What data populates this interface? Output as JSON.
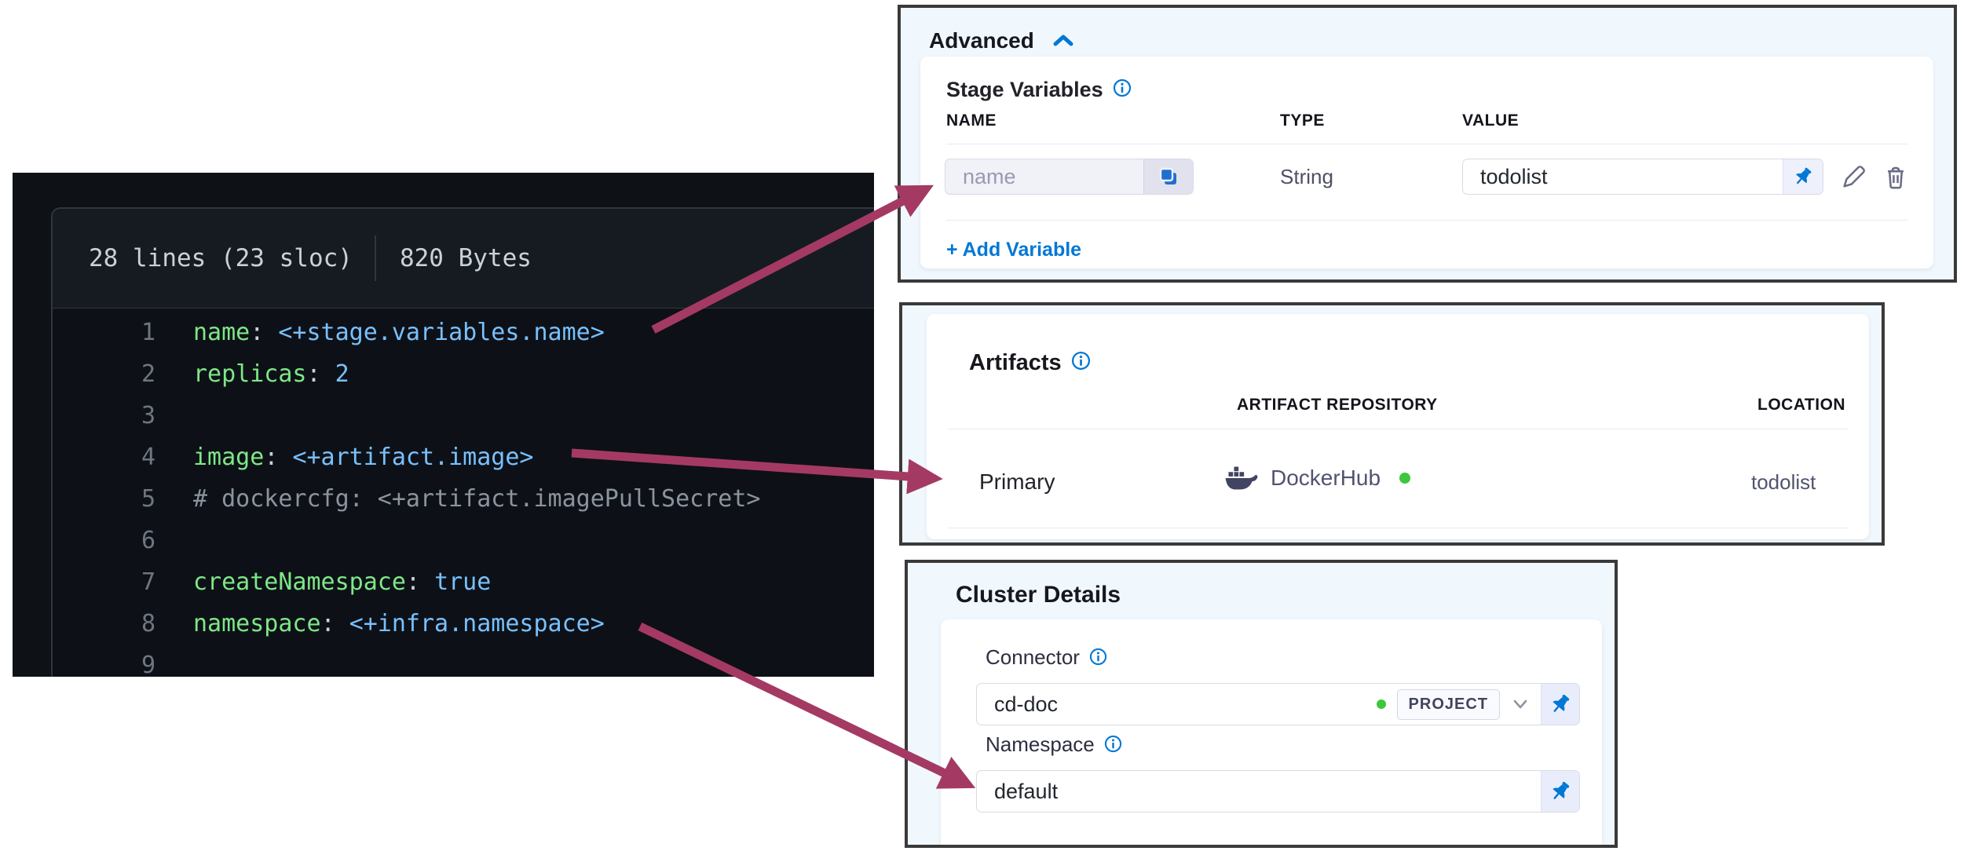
{
  "colors": {
    "accent_blue": "#0278d5",
    "arrow": "#a43a63",
    "status_green": "#3dc73d",
    "panel_border": "#3a3a3a",
    "panel_bg": "#f1f8fd",
    "code_bg": "#0d1117",
    "code_key_green": "#7ee787",
    "code_value_blue": "#79c0ff",
    "code_comment_gray": "#8b949e"
  },
  "code_viewer": {
    "stats": {
      "lines": "28 lines (23 sloc)",
      "size": "820 Bytes"
    },
    "lines": [
      {
        "num": "1",
        "tokens": [
          {
            "t": "key",
            "v": "name"
          },
          {
            "t": "plain",
            "v": ": "
          },
          {
            "t": "val",
            "v": "<+stage.variables.name>"
          }
        ]
      },
      {
        "num": "2",
        "tokens": [
          {
            "t": "key",
            "v": "replicas"
          },
          {
            "t": "plain",
            "v": ": "
          },
          {
            "t": "val",
            "v": "2"
          }
        ]
      },
      {
        "num": "3",
        "tokens": []
      },
      {
        "num": "4",
        "tokens": [
          {
            "t": "key",
            "v": "image"
          },
          {
            "t": "plain",
            "v": ": "
          },
          {
            "t": "val",
            "v": "<+artifact.image>"
          }
        ]
      },
      {
        "num": "5",
        "tokens": [
          {
            "t": "cmt",
            "v": "# dockercfg: <+artifact.imagePullSecret>"
          }
        ]
      },
      {
        "num": "6",
        "tokens": []
      },
      {
        "num": "7",
        "tokens": [
          {
            "t": "key",
            "v": "createNamespace"
          },
          {
            "t": "plain",
            "v": ": "
          },
          {
            "t": "val",
            "v": "true"
          }
        ]
      },
      {
        "num": "8",
        "tokens": [
          {
            "t": "key",
            "v": "namespace"
          },
          {
            "t": "plain",
            "v": ": "
          },
          {
            "t": "val",
            "v": "<+infra.namespace>"
          }
        ]
      },
      {
        "num": "9",
        "tokens": []
      }
    ]
  },
  "advanced_panel": {
    "title": "Advanced",
    "section_title": "Stage Variables",
    "columns": {
      "name": "NAME",
      "type": "TYPE",
      "value": "VALUE"
    },
    "row": {
      "name_placeholder": "name",
      "type": "String",
      "value": "todolist"
    },
    "add_variable_label": "+ Add Variable"
  },
  "artifacts_panel": {
    "title": "Artifacts",
    "columns": {
      "repository": "ARTIFACT REPOSITORY",
      "location": "LOCATION"
    },
    "row": {
      "label": "Primary",
      "repository": "DockerHub",
      "location": "todolist"
    }
  },
  "cluster_panel": {
    "title": "Cluster Details",
    "connector_label": "Connector",
    "connector_value": "cd-doc",
    "connector_scope": "PROJECT",
    "namespace_label": "Namespace",
    "namespace_value": "default"
  }
}
